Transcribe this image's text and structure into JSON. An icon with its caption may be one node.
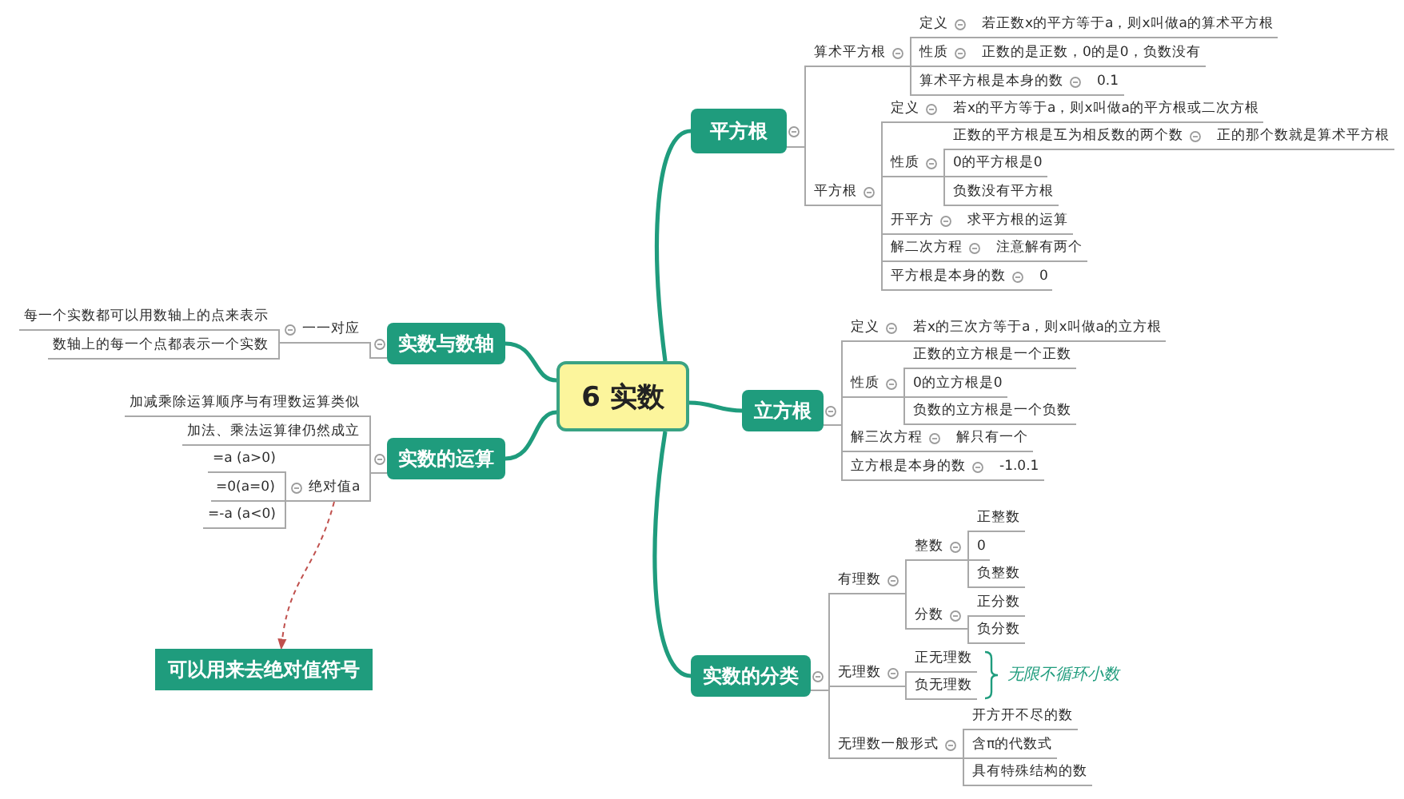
{
  "diagram": {
    "nodes": [
      {
        "text": [
          "6 实数"
        ]
      },
      {
        "text": [
          "平方根"
        ]
      },
      {
        "text": [
          "算术平方根"
        ]
      },
      {
        "text": [
          "定义"
        ]
      },
      {
        "text": [
          "若正数x的平方等于a，则x叫做a的算术平方根"
        ]
      },
      {
        "text": [
          "性质"
        ]
      },
      {
        "text": [
          "正数的是正数，0的是0，负数没有"
        ]
      },
      {
        "text": [
          "算术平方根是本身的数"
        ]
      },
      {
        "text": [
          "0.1"
        ]
      },
      {
        "text": [
          "平方根"
        ]
      },
      {
        "text": [
          "定义"
        ]
      },
      {
        "text": [
          "若x的平方等于a，则x叫做a的平方根或二次方根"
        ]
      },
      {
        "text": [
          "性质"
        ]
      },
      {
        "text": [
          "正数的平方根是互为相反数的两个数"
        ]
      },
      {
        "text": [
          "正的那个数就是算术平方根"
        ]
      },
      {
        "text": [
          "0的平方根是0"
        ]
      },
      {
        "text": [
          "负数没有平方根"
        ]
      },
      {
        "text": [
          "开平方"
        ]
      },
      {
        "text": [
          "求平方根的运算"
        ]
      },
      {
        "text": [
          "解二次方程"
        ]
      },
      {
        "text": [
          "注意解有两个"
        ]
      },
      {
        "text": [
          "平方根是本身的数"
        ]
      },
      {
        "text": [
          "0"
        ]
      },
      {
        "text": [
          "立方根"
        ]
      },
      {
        "text": [
          "定义"
        ]
      },
      {
        "text": [
          "若x的三次方等于a，则x叫做a的立方根"
        ]
      },
      {
        "text": [
          "性质"
        ]
      },
      {
        "text": [
          "正数的立方根是一个正数"
        ]
      },
      {
        "text": [
          "0的立方根是0"
        ]
      },
      {
        "text": [
          "负数的立方根是一个负数"
        ]
      },
      {
        "text": [
          "解三次方程"
        ]
      },
      {
        "text": [
          "解只有一个"
        ]
      },
      {
        "text": [
          "立方根是本身的数"
        ]
      },
      {
        "text": [
          "-1.0.1"
        ]
      },
      {
        "text": [
          "实数的分类"
        ]
      },
      {
        "text": [
          "有理数"
        ]
      },
      {
        "text": [
          "整数"
        ]
      },
      {
        "text": [
          "正整数"
        ]
      },
      {
        "text": [
          "0"
        ]
      },
      {
        "text": [
          "负整数"
        ]
      },
      {
        "text": [
          "分数"
        ]
      },
      {
        "text": [
          "正分数"
        ]
      },
      {
        "text": [
          "负分数"
        ]
      },
      {
        "text": [
          "无理数"
        ]
      },
      {
        "text": [
          "正无理数"
        ]
      },
      {
        "text": [
          "负无理数"
        ]
      },
      {
        "text": [
          "无理数一般形式"
        ]
      },
      {
        "text": [
          "开方开不尽的数"
        ]
      },
      {
        "text": [
          "含π的代数式"
        ]
      },
      {
        "text": [
          "具有特殊结构的数"
        ]
      },
      {
        "text": [
          "实数与数轴"
        ]
      },
      {
        "text": [
          "一一对应"
        ]
      },
      {
        "text": [
          "每一个实数都可以用数轴上的点来表示"
        ]
      },
      {
        "text": [
          "数轴上的每一个点都表示一个实数"
        ]
      },
      {
        "text": [
          "实数的运算"
        ]
      },
      {
        "text": [
          "加减乘除运算顺序与有理数运算类似"
        ]
      },
      {
        "text": [
          "加法、乘法运算律仍然成立"
        ]
      },
      {
        "text": [
          "绝对值a"
        ]
      },
      {
        "text": [
          "=a (a>0)"
        ]
      },
      {
        "text": [
          "=0(a=0)"
        ]
      },
      {
        "text": [
          "=-a (a<0)"
        ]
      },
      {
        "text": [
          "可以用来去绝对值符号"
        ]
      }
    ],
    "edges": [
      {
        "from": 0,
        "to": 1,
        "arrow": "none",
        "style": "thick",
        "color": "#1f9c7d"
      },
      {
        "from": 1,
        "to": 2,
        "arrow": "none"
      },
      {
        "from": 2,
        "to": 3,
        "arrow": "none"
      },
      {
        "from": 3,
        "to": 4,
        "arrow": "none"
      },
      {
        "from": 2,
        "to": 5,
        "arrow": "none"
      },
      {
        "from": 5,
        "to": 6,
        "arrow": "none"
      },
      {
        "from": 2,
        "to": 7,
        "arrow": "none"
      },
      {
        "from": 7,
        "to": 8,
        "arrow": "none"
      },
      {
        "from": 1,
        "to": 9,
        "arrow": "none"
      },
      {
        "from": 9,
        "to": 10,
        "arrow": "none"
      },
      {
        "from": 10,
        "to": 11,
        "arrow": "none"
      },
      {
        "from": 9,
        "to": 12,
        "arrow": "none"
      },
      {
        "from": 12,
        "to": 13,
        "arrow": "none"
      },
      {
        "from": 13,
        "to": 14,
        "arrow": "none"
      },
      {
        "from": 12,
        "to": 15,
        "arrow": "none"
      },
      {
        "from": 12,
        "to": 16,
        "arrow": "none"
      },
      {
        "from": 9,
        "to": 17,
        "arrow": "none"
      },
      {
        "from": 17,
        "to": 18,
        "arrow": "none"
      },
      {
        "from": 9,
        "to": 19,
        "arrow": "none"
      },
      {
        "from": 19,
        "to": 20,
        "arrow": "none"
      },
      {
        "from": 9,
        "to": 21,
        "arrow": "none"
      },
      {
        "from": 21,
        "to": 22,
        "arrow": "none"
      },
      {
        "from": 0,
        "to": 23,
        "arrow": "none",
        "style": "thick",
        "color": "#1f9c7d"
      },
      {
        "from": 23,
        "to": 24,
        "arrow": "none"
      },
      {
        "from": 24,
        "to": 25,
        "arrow": "none"
      },
      {
        "from": 23,
        "to": 26,
        "arrow": "none"
      },
      {
        "from": 26,
        "to": 27,
        "arrow": "none"
      },
      {
        "from": 26,
        "to": 28,
        "arrow": "none"
      },
      {
        "from": 26,
        "to": 29,
        "arrow": "none"
      },
      {
        "from": 23,
        "to": 30,
        "arrow": "none"
      },
      {
        "from": 30,
        "to": 31,
        "arrow": "none"
      },
      {
        "from": 23,
        "to": 32,
        "arrow": "none"
      },
      {
        "from": 32,
        "to": 33,
        "arrow": "none"
      },
      {
        "from": 0,
        "to": 34,
        "arrow": "none",
        "style": "thick",
        "color": "#1f9c7d"
      },
      {
        "from": 34,
        "to": 35,
        "arrow": "none"
      },
      {
        "from": 35,
        "to": 36,
        "arrow": "none"
      },
      {
        "from": 36,
        "to": 37,
        "arrow": "none"
      },
      {
        "from": 36,
        "to": 38,
        "arrow": "none"
      },
      {
        "from": 36,
        "to": 39,
        "arrow": "none"
      },
      {
        "from": 35,
        "to": 40,
        "arrow": "none"
      },
      {
        "from": 40,
        "to": 41,
        "arrow": "none"
      },
      {
        "from": 40,
        "to": 42,
        "arrow": "none"
      },
      {
        "from": 34,
        "to": 43,
        "arrow": "none"
      },
      {
        "from": 43,
        "to": 44,
        "arrow": "none"
      },
      {
        "from": 43,
        "to": 45,
        "arrow": "none"
      },
      {
        "from": 34,
        "to": 46,
        "arrow": "none"
      },
      {
        "from": 46,
        "to": 47,
        "arrow": "none"
      },
      {
        "from": 46,
        "to": 48,
        "arrow": "none"
      },
      {
        "from": 46,
        "to": 49,
        "arrow": "none"
      },
      {
        "from": 0,
        "to": 50,
        "arrow": "none",
        "style": "thick",
        "color": "#1f9c7d"
      },
      {
        "from": 50,
        "to": 51,
        "arrow": "none"
      },
      {
        "from": 51,
        "to": 52,
        "arrow": "none"
      },
      {
        "from": 51,
        "to": 53,
        "arrow": "none"
      },
      {
        "from": 0,
        "to": 54,
        "arrow": "none",
        "style": "thick",
        "color": "#1f9c7d"
      },
      {
        "from": 54,
        "to": 55,
        "arrow": "none"
      },
      {
        "from": 54,
        "to": 56,
        "arrow": "none"
      },
      {
        "from": 54,
        "to": 57,
        "arrow": "none"
      },
      {
        "from": 57,
        "to": 58,
        "arrow": "none"
      },
      {
        "from": 57,
        "to": 59,
        "arrow": "none"
      },
      {
        "from": 57,
        "to": 60,
        "arrow": "none"
      },
      {
        "from": 57,
        "to": 61,
        "arrow": "to",
        "style": "dashed",
        "color": "#c0504d"
      }
    ],
    "labels": [
      "无限不循环小数"
    ]
  }
}
